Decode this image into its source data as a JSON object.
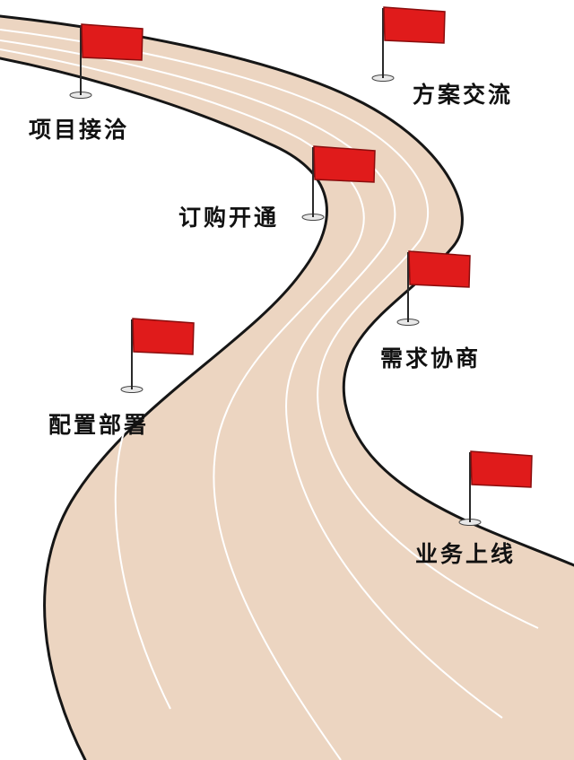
{
  "colors": {
    "road_fill": "#ecd5c1",
    "road_edge": "#161616",
    "lane_lines": "#ffffff",
    "flag_red": "#e01b1b",
    "pole": "#2a2a2a",
    "base": "#e8e8e8"
  },
  "milestones": [
    {
      "id": "xiangmu",
      "label": "项目接洽",
      "icon": "red-flag-icon"
    },
    {
      "id": "fangan",
      "label": "方案交流",
      "icon": "red-flag-icon"
    },
    {
      "id": "dinggou",
      "label": "订购开通",
      "icon": "red-flag-icon"
    },
    {
      "id": "xuqiu",
      "label": "需求协商",
      "icon": "red-flag-icon"
    },
    {
      "id": "peizhi",
      "label": "配置部署",
      "icon": "red-flag-icon"
    },
    {
      "id": "yewu",
      "label": "业务上线",
      "icon": "red-flag-icon"
    }
  ]
}
